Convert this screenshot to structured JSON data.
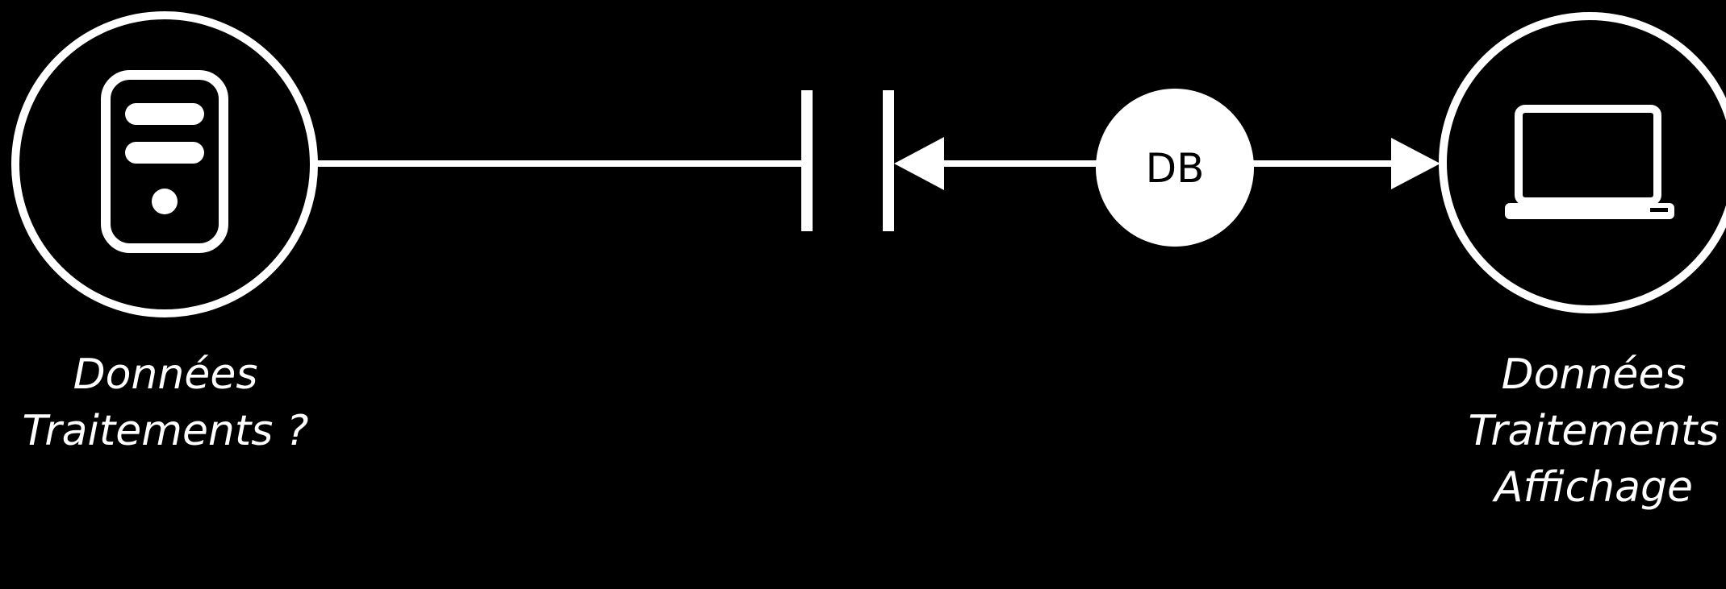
{
  "colors": {
    "background": "#000000",
    "foreground": "#ffffff"
  },
  "nodes": {
    "server": {
      "icon": "server-icon",
      "captions": [
        "Données",
        "Traitements ?"
      ]
    },
    "client": {
      "icon": "laptop-icon",
      "captions": [
        "Données",
        "Traitements",
        "Affichage"
      ]
    }
  },
  "connector": {
    "db_label": "DB",
    "barrier_icon": "break-symbol",
    "arrows": [
      "arrow-left-icon",
      "arrow-right-icon"
    ]
  }
}
